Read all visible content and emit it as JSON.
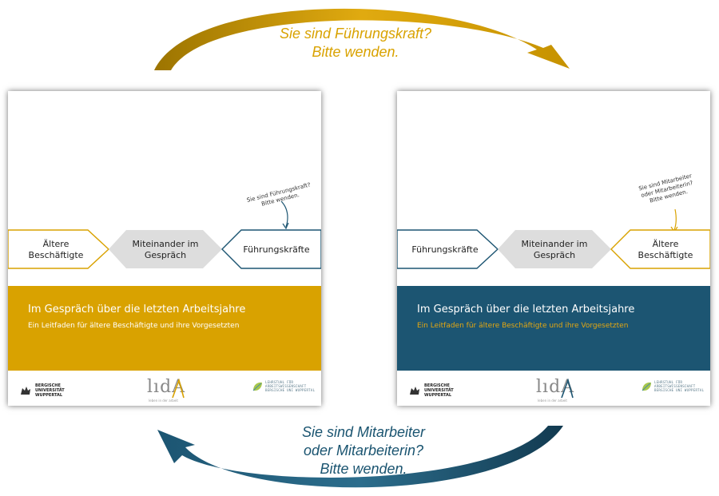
{
  "top_caption": {
    "line1": "Sie sind Führungskraft?",
    "line2": "Bitte wenden."
  },
  "bottom_caption": {
    "line1": "Sie sind Mitarbeiter",
    "line2": "oder Mitarbeiterin?",
    "line3": "Bitte wenden."
  },
  "colors": {
    "gold": "#d9a200",
    "blue": "#1c5572",
    "gray_hexagon": "#dddddd"
  },
  "left_card": {
    "hint_line1": "Sie sind Führungskraft?",
    "hint_line2": "Bitte wenden.",
    "shape_left_line1": "Ältere",
    "shape_left_line2": "Beschäftigte",
    "shape_middle_line1": "Miteinander im",
    "shape_middle_line2": "Gespräch",
    "shape_right": "Führungskräfte",
    "title": "Im Gespräch über die letzten Arbeitsjahre",
    "subtitle": "Ein Leitfaden für ältere Beschäftigte und ihre Vorgesetzten"
  },
  "right_card": {
    "hint_line1": "Sie sind Mitarbeiter",
    "hint_line2": "oder Mitarbeiterin?",
    "hint_line3": "Bitte wenden.",
    "shape_left": "Führungskräfte",
    "shape_middle_line1": "Miteinander im",
    "shape_middle_line2": "Gespräch",
    "shape_right_line1": "Ältere",
    "shape_right_line2": "Beschäftigte",
    "title": "Im Gespräch über die letzten Arbeitsjahre",
    "subtitle": "Ein Leitfaden für ältere Beschäftigte und ihre Vorgesetzten"
  },
  "logos": {
    "uni_line1": "BERGISCHE",
    "uni_line2": "UNIVERSITÄT",
    "uni_line3": "WUPPERTAL",
    "lida_word": "lıdA",
    "lida_tagline": "leben in der arbeit",
    "lehr_line1": "LEHRSTUHL FÜR",
    "lehr_line2": "ARBEITSWISSENSCHAFT",
    "lehr_line3": "BERGISCHE UNI WUPPERTAL"
  }
}
